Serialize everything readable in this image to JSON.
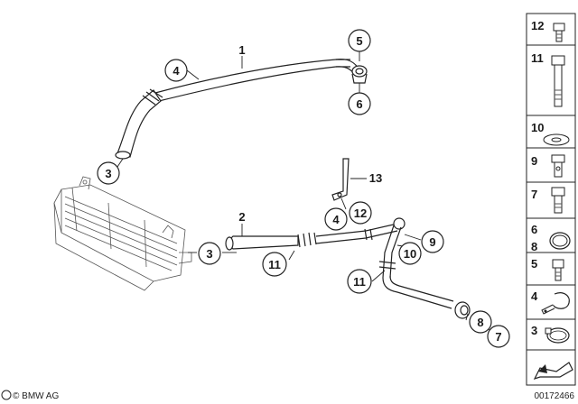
{
  "callouts": [
    {
      "id": "c1",
      "label": "1"
    },
    {
      "id": "c2",
      "label": "2"
    },
    {
      "id": "c3a",
      "label": "3"
    },
    {
      "id": "c3b",
      "label": "3"
    },
    {
      "id": "c4a",
      "label": "4"
    },
    {
      "id": "c4b",
      "label": "4"
    },
    {
      "id": "c5",
      "label": "5"
    },
    {
      "id": "c6",
      "label": "6"
    },
    {
      "id": "c7",
      "label": "7"
    },
    {
      "id": "c8",
      "label": "8"
    },
    {
      "id": "c9",
      "label": "9"
    },
    {
      "id": "c10",
      "label": "10"
    },
    {
      "id": "c11a",
      "label": "11"
    },
    {
      "id": "c11b",
      "label": "11"
    },
    {
      "id": "c12",
      "label": "12"
    },
    {
      "id": "c13",
      "label": "13"
    }
  ],
  "sidebar": {
    "items": [
      {
        "label": "12",
        "icon": "short-bolt-icon"
      },
      {
        "label": "11",
        "icon": "long-bolt-icon"
      },
      {
        "label": "10",
        "icon": "washer-icon"
      },
      {
        "label": "9",
        "icon": "hollow-bolt-icon"
      },
      {
        "label": "7",
        "icon": "banjo-bolt-icon"
      },
      {
        "label": "6",
        "icon": "seal-ring-icon"
      },
      {
        "label": "8",
        "icon": "seal-ring-icon"
      },
      {
        "label": "5",
        "icon": "socket-screw-icon"
      },
      {
        "label": "4",
        "icon": "pipe-clamp-icon"
      },
      {
        "label": "3",
        "icon": "hose-clamp-icon"
      }
    ]
  },
  "footer": {
    "copyright": "© BMW AG",
    "diagram_number": "00172466"
  }
}
